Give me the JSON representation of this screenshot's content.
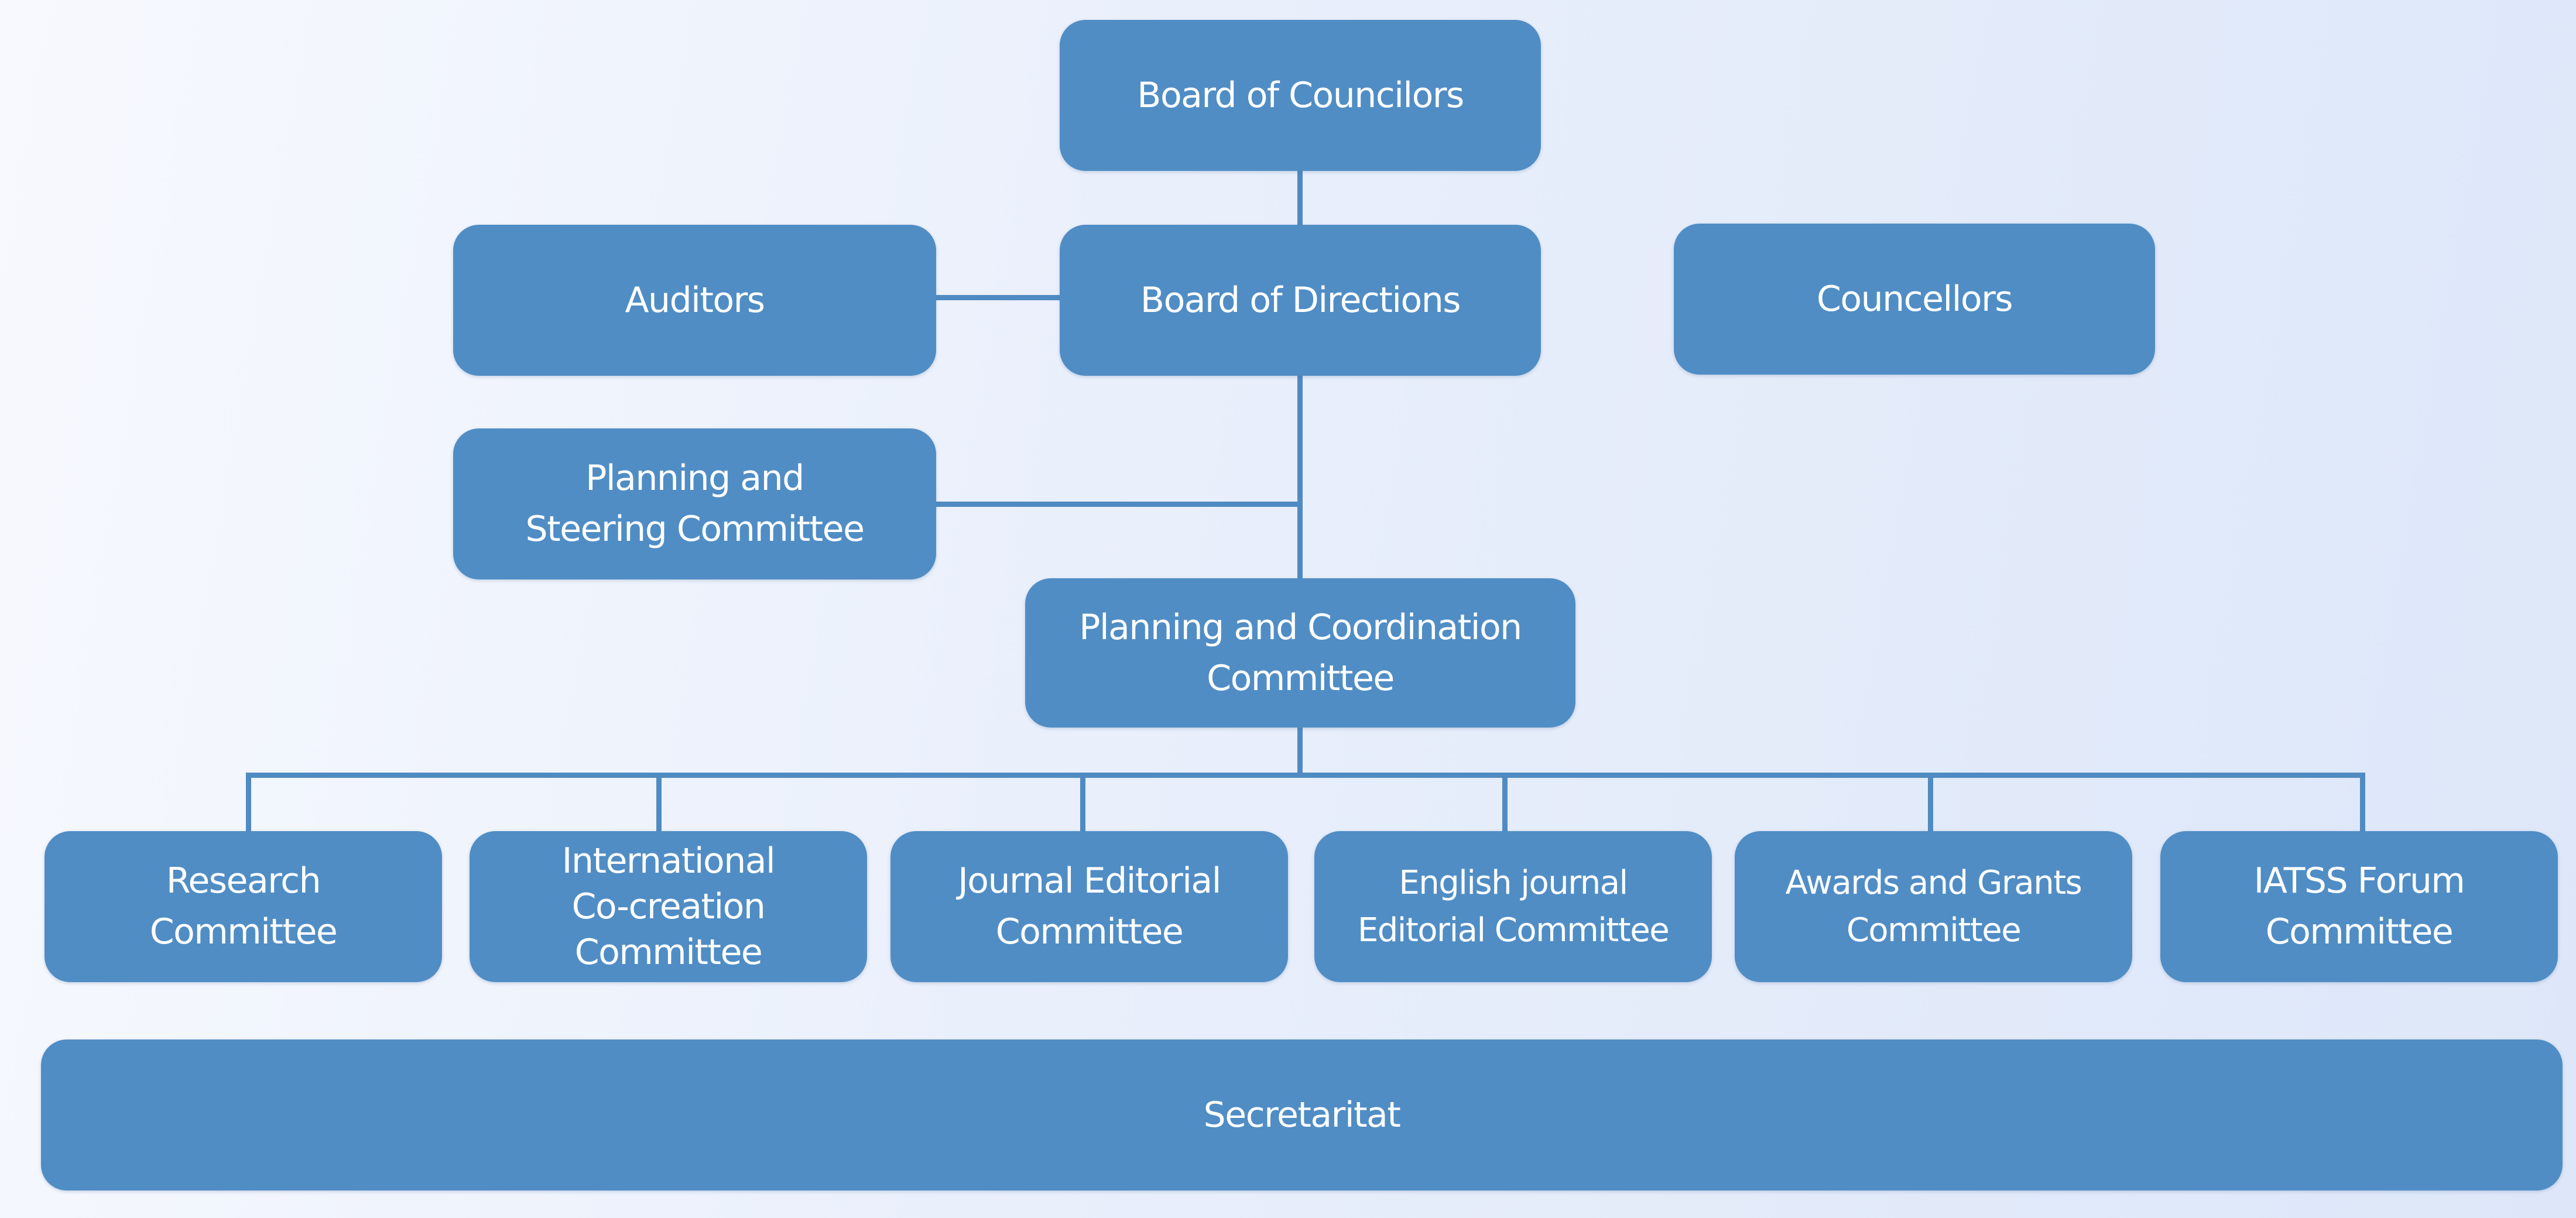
{
  "org_chart": {
    "board_of_councilors": "Board of Councilors",
    "auditors": "Auditors",
    "board_of_directions": "Board of Directions",
    "councellors": "Councellors",
    "planning_steering": "Planning and\nSteering Committee",
    "planning_coordination": "Planning and Coordination\nCommittee",
    "committees": [
      "Research\nCommittee",
      "International\nCo-creation\nCommittee",
      "Journal Editorial\nCommittee",
      "English journal\nEditorial Committee",
      "Awards and Grants\nCommittee",
      "IATSS Forum\nCommittee"
    ],
    "secretariat": "Secretaritat"
  },
  "colors": {
    "box": "#508dc5",
    "line": "#4f8bc2",
    "text": "#ffffff"
  }
}
